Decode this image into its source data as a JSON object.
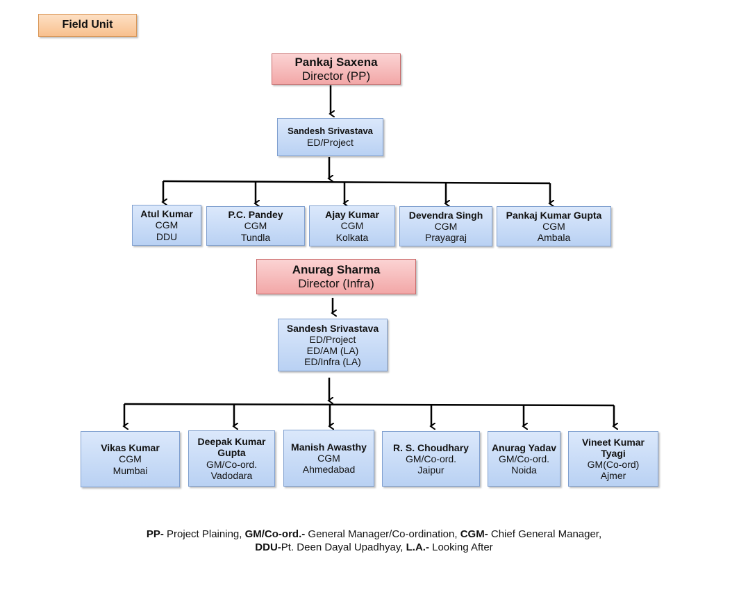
{
  "badge": "Field Unit",
  "tier1": {
    "director": {
      "name": "Pankaj Saxena",
      "role": "Director (PP)"
    },
    "ed": {
      "name": "Sandesh Srivastava",
      "lines": [
        "ED/Project"
      ]
    },
    "units": [
      {
        "name": "Atul Kumar",
        "role": "CGM",
        "place": "DDU"
      },
      {
        "name": "P.C. Pandey",
        "role": "CGM",
        "place": "Tundla"
      },
      {
        "name": "Ajay Kumar",
        "role": "CGM",
        "place": "Kolkata"
      },
      {
        "name": "Devendra Singh",
        "role": "CGM",
        "place": "Prayagraj"
      },
      {
        "name": "Pankaj Kumar Gupta",
        "role": "CGM",
        "place": "Ambala"
      }
    ]
  },
  "tier2": {
    "director": {
      "name": "Anurag Sharma",
      "role": "Director (Infra)"
    },
    "ed": {
      "name": "Sandesh Srivastava",
      "lines": [
        "ED/Project",
        "ED/AM (LA)",
        "ED/Infra (LA)"
      ]
    },
    "units": [
      {
        "name": "Vikas Kumar",
        "role": "CGM",
        "place": "Mumbai"
      },
      {
        "name": "Deepak Kumar Gupta",
        "role": "GM/Co-ord.",
        "place": "Vadodara"
      },
      {
        "name": "Manish Awasthy",
        "role": "CGM",
        "place": "Ahmedabad"
      },
      {
        "name": "R. S. Choudhary",
        "role": "GM/Co-ord.",
        "place": "Jaipur"
      },
      {
        "name": "Anurag Yadav",
        "role": "GM/Co-ord.",
        "place": "Noida"
      },
      {
        "name": "Vineet Kumar Tyagi",
        "role": "GM(Co-ord)",
        "place": "Ajmer"
      }
    ]
  },
  "legend": {
    "line1": [
      {
        "abbr": "PP-",
        "text": " Project Plaining, "
      },
      {
        "abbr": "GM/Co-ord.-",
        "text": " General Manager/Co-ordination, "
      },
      {
        "abbr": "CGM-",
        "text": " Chief General Manager,"
      }
    ],
    "line2": [
      {
        "abbr": "DDU-",
        "text": "Pt. Deen Dayal Upadhyay, "
      },
      {
        "abbr": "L.A.-",
        "text": " Looking After"
      }
    ]
  }
}
